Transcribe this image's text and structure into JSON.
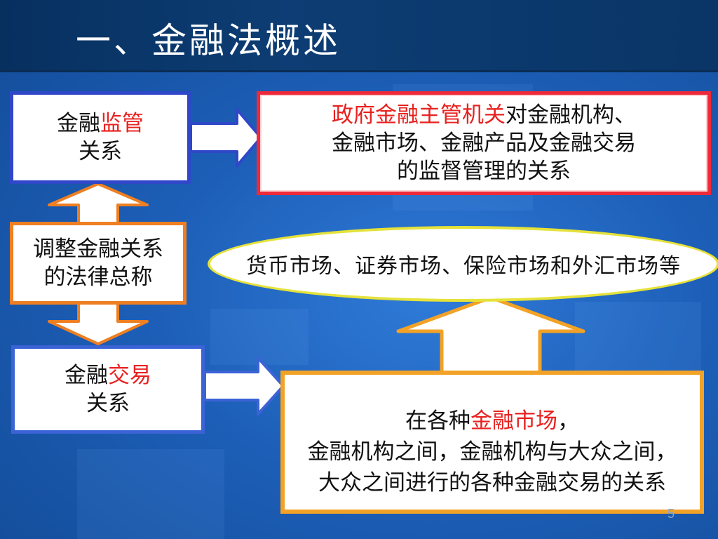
{
  "title": "一、金融法概述",
  "regulatory_box": {
    "line1_prefix": "金融",
    "line1_highlight": "监管",
    "line2": "关系"
  },
  "regulatory_desc": {
    "highlight": "政府金融主管机关",
    "line1_rest": "对金融机构、",
    "line2": "金融市场、金融产品及金融交易",
    "line3": "的监督管理的关系"
  },
  "general_box": {
    "line1": "调整金融关系",
    "line2": "的法律总称"
  },
  "transaction_box": {
    "line1_prefix": "金融",
    "line1_highlight": "交易",
    "line2": "关系"
  },
  "markets_ellipse": {
    "text": "货币市场、证券市场、保险市场和外汇市场等"
  },
  "transaction_desc": {
    "line1_prefix": "在各种",
    "line1_highlight": "金融市场",
    "line1_suffix": "，",
    "line2": "金融机构之间，金融机构与大众之间，",
    "line3": "大众之间进行的各种金融交易的关系"
  },
  "page_number": "5",
  "colors": {
    "highlight": "#e8211f",
    "title_bar": "#0d3d74",
    "background": "#1d5fb8",
    "regulatory_border": "#2f47c8",
    "desc_border": "#ee2a3a",
    "general_border": "#ee7f22",
    "ellipse_border": "#e5e23a",
    "transaction_desc_border": "#f2a226"
  }
}
